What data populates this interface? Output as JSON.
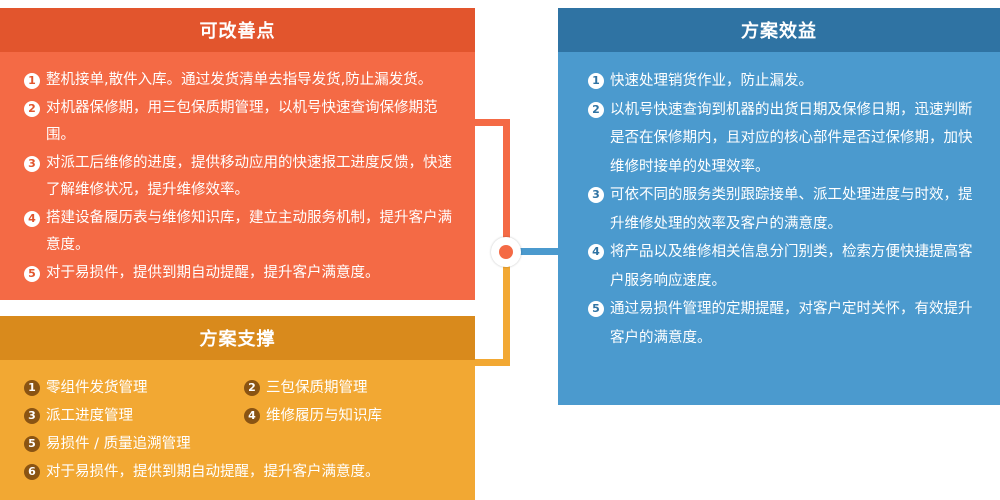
{
  "improvements": {
    "title": "可改善点",
    "items": [
      {
        "num": "1",
        "text": "整机接单,散件入库。通过发货清单去指导发货,防止漏发货。"
      },
      {
        "num": "2",
        "text": "对机器保修期，用三包保质期管理，以机号快速查询保修期范围。"
      },
      {
        "num": "3",
        "text": "对派工后维修的进度，提供移动应用的快速报工进度反馈，快速了解维修状况，提升维修效率。"
      },
      {
        "num": "4",
        "text": "搭建设备履历表与维修知识库，建立主动服务机制，提升客户满意度。"
      },
      {
        "num": "5",
        "text": "对于易损件，提供到期自动提醒，提升客户满意度。"
      }
    ]
  },
  "support": {
    "title": "方案支撑",
    "items": [
      {
        "num": "1",
        "text": "零组件发货管理"
      },
      {
        "num": "2",
        "text": "三包保质期管理"
      },
      {
        "num": "3",
        "text": "派工进度管理"
      },
      {
        "num": "4",
        "text": "维修履历与知识库"
      },
      {
        "num": "5",
        "text": "易损件 / 质量追溯管理"
      },
      {
        "num": "6",
        "text": "对于易损件，提供到期自动提醒，提升客户满意度。"
      }
    ]
  },
  "benefits": {
    "title": "方案效益",
    "items": [
      {
        "num": "1",
        "text": "快速处理销货作业，防止漏发。"
      },
      {
        "num": "2",
        "text": "以机号快速查询到机器的出货日期及保修日期，迅速判断是否在保修期内，且对应的核心部件是否过保修期，加快维修时接单的处理效率。"
      },
      {
        "num": "3",
        "text": "可依不同的服务类别跟踪接单、派工处理进度与时效，提升维修处理的效率及客户的满意度。"
      },
      {
        "num": "4",
        "text": "将产品以及维修相关信息分门别类，检索方便快捷提高客户服务响应速度。"
      },
      {
        "num": "5",
        "text": "通过易损件管理的定期提醒，对客户定时关怀，有效提升客户的满意度。"
      }
    ]
  },
  "colors": {
    "improve_header": "#e2552d",
    "improve_body": "#f46a45",
    "support_header": "#d98a1c",
    "support_body": "#f2a833",
    "benefit_header": "#2f73a3",
    "benefit_body": "#4b9ace"
  }
}
